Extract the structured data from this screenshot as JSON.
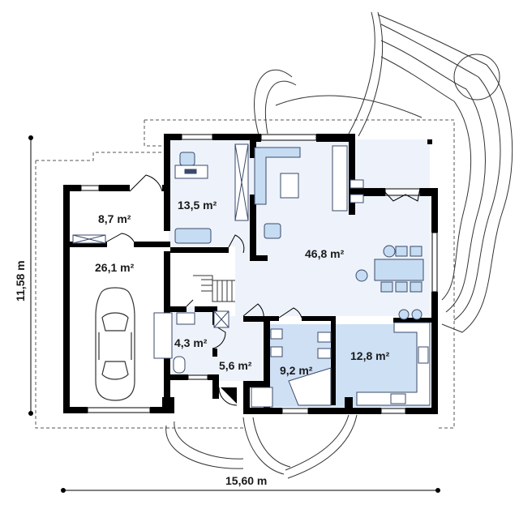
{
  "rooms": [
    {
      "id": "office",
      "area": "13,5 m²"
    },
    {
      "id": "living",
      "area": "46,8 m²"
    },
    {
      "id": "utility",
      "area": "8,7 m²"
    },
    {
      "id": "garage",
      "area": "26,1 m²"
    },
    {
      "id": "wc",
      "area": "4,3 m²"
    },
    {
      "id": "hall",
      "area": "5,6 m²"
    },
    {
      "id": "bathroom",
      "area": "9,2 m²"
    },
    {
      "id": "kitchen",
      "area": "12,8 m²"
    }
  ],
  "dimensions": {
    "width": "15,60 m",
    "depth": "11,58 m"
  },
  "colors": {
    "wall": "#000000",
    "living_floor": "#eef3fb",
    "bath_floor": "#cfe0f5",
    "kitchen_floor": "#cde0f4",
    "furniture": "#c5dcf2",
    "furniture_stroke": "#3a4a6a"
  }
}
